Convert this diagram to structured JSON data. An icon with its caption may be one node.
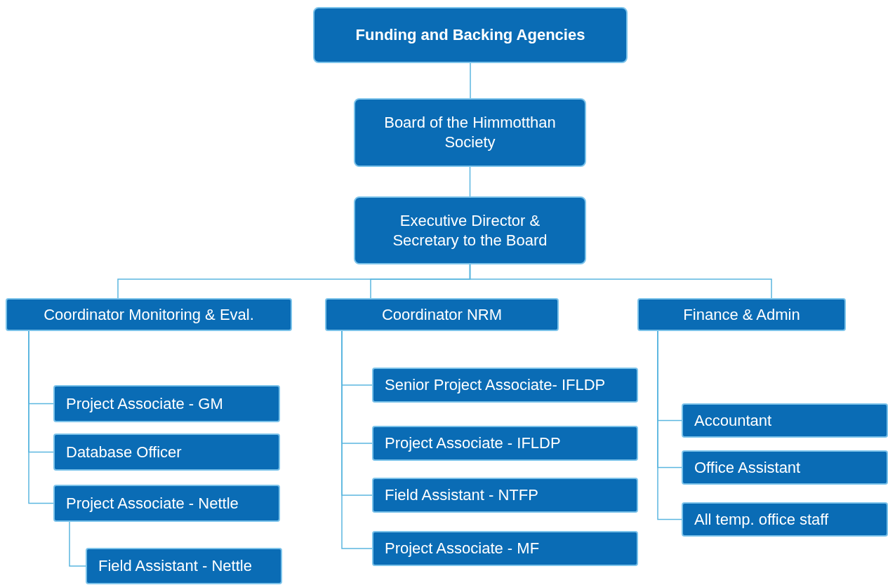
{
  "diagram": {
    "nodes": [
      {
        "text": [
          "Funding and Backing Agencies"
        ]
      },
      {
        "text": [
          "Board of the Himmotthan Society"
        ]
      },
      {
        "text": [
          "Executive Director & Secretary to the Board"
        ]
      },
      {
        "text": [
          "Coordinator Monitoring & Eval."
        ]
      },
      {
        "text": [
          "Coordinator NRM"
        ]
      },
      {
        "text": [
          "Finance & Admin"
        ]
      },
      {
        "text": [
          "Project Associate - GM"
        ]
      },
      {
        "text": [
          "Database Officer"
        ]
      },
      {
        "text": [
          "Project Associate - Nettle"
        ]
      },
      {
        "text": [
          "Field Assistant - Nettle"
        ]
      },
      {
        "text": [
          "Senior Project Associate- IFLDP"
        ]
      },
      {
        "text": [
          "Project Associate - IFLDP"
        ]
      },
      {
        "text": [
          "Field Assistant - NTFP"
        ]
      },
      {
        "text": [
          "Project Associate - MF"
        ]
      },
      {
        "text": [
          "Accountant"
        ]
      },
      {
        "text": [
          "Office Assistant"
        ]
      },
      {
        "text": [
          "All temp. office staff"
        ]
      }
    ],
    "edges": [
      {
        "from": 0,
        "to": 1,
        "arrow": "none"
      },
      {
        "from": 1,
        "to": 2,
        "arrow": "none"
      },
      {
        "from": 2,
        "to": 3,
        "arrow": "none"
      },
      {
        "from": 2,
        "to": 4,
        "arrow": "none"
      },
      {
        "from": 2,
        "to": 5,
        "arrow": "none"
      },
      {
        "from": 3,
        "to": 6,
        "arrow": "none"
      },
      {
        "from": 3,
        "to": 7,
        "arrow": "none"
      },
      {
        "from": 3,
        "to": 8,
        "arrow": "none"
      },
      {
        "from": 8,
        "to": 9,
        "arrow": "none"
      },
      {
        "from": 4,
        "to": 10,
        "arrow": "none"
      },
      {
        "from": 4,
        "to": 11,
        "arrow": "none"
      },
      {
        "from": 4,
        "to": 12,
        "arrow": "none"
      },
      {
        "from": 4,
        "to": 13,
        "arrow": "none"
      },
      {
        "from": 5,
        "to": 14,
        "arrow": "none"
      },
      {
        "from": 5,
        "to": 15,
        "arrow": "none"
      },
      {
        "from": 5,
        "to": 16,
        "arrow": "none"
      }
    ]
  }
}
